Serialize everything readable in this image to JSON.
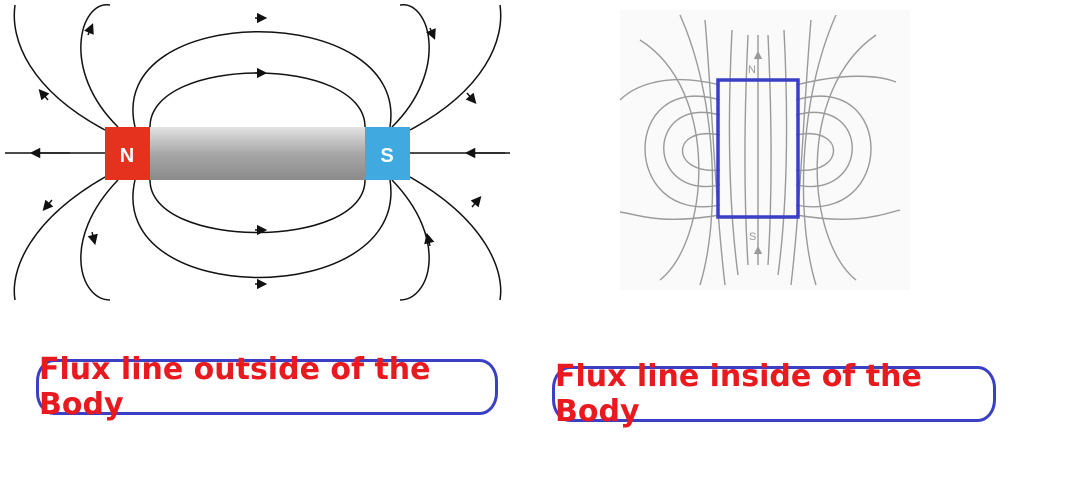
{
  "left_diagram": {
    "north_label": "N",
    "south_label": "S",
    "caption": "Flux line outside of the Body"
  },
  "right_diagram": {
    "north_label": "N",
    "south_label": "S",
    "caption": "Flux line inside of the Body"
  },
  "colors": {
    "north": "#e5321f",
    "south": "#3fa9e0",
    "caption_text": "#e8191f",
    "caption_border": "#3a3fc4",
    "highlight_box": "#3a3fc4",
    "field_line_gray": "#9a9a9a"
  }
}
